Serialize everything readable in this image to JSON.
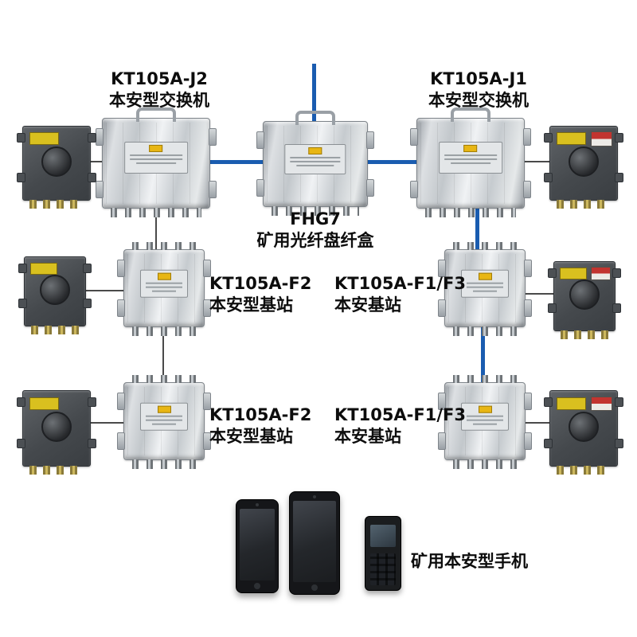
{
  "diagram": {
    "nodes": {
      "switch_left": {
        "label1": "KT105A-J2",
        "label2": "本安型交换机"
      },
      "switch_right": {
        "label1": "KT105A-J1",
        "label2": "本安型交换机"
      },
      "fiber_box": {
        "label1": "FHG7",
        "label2": "矿用光纤盘纤盒"
      },
      "base_mid_left": {
        "label1": "KT105A-F2",
        "label2": "本安型基站"
      },
      "base_mid_right": {
        "label1": "KT105A-F1/F3",
        "label2": "本安基站"
      },
      "base_bottom_left": {
        "label1": "KT105A-F2",
        "label2": "本安型基站"
      },
      "base_bottom_right": {
        "label1": "KT105A-F1/F3",
        "label2": "本安基站"
      },
      "phones": {
        "label": "矿用本安型手机"
      }
    },
    "connections": [
      {
        "from": "fiber-box",
        "to": "uplink-top",
        "type": "fiber"
      },
      {
        "from": "switch-left",
        "to": "fiber-box",
        "type": "fiber"
      },
      {
        "from": "fiber-box",
        "to": "switch-right",
        "type": "fiber"
      },
      {
        "from": "switch-right",
        "to": "base-mid-right",
        "type": "fiber"
      },
      {
        "from": "base-mid-right",
        "to": "base-bottom-right",
        "type": "fiber"
      },
      {
        "from": "jb-top-left",
        "to": "switch-left",
        "type": "cable"
      },
      {
        "from": "switch-right",
        "to": "jb-top-right",
        "type": "cable"
      },
      {
        "from": "switch-left",
        "to": "base-mid-left",
        "type": "cable"
      },
      {
        "from": "base-mid-left",
        "to": "base-bottom-left",
        "type": "cable"
      },
      {
        "from": "jb-mid-left",
        "to": "base-mid-left",
        "type": "cable"
      },
      {
        "from": "base-mid-right",
        "to": "jb-mid-right",
        "type": "cable"
      },
      {
        "from": "jb-bottom-left",
        "to": "base-bottom-left",
        "type": "cable"
      },
      {
        "from": "base-bottom-right",
        "to": "jb-bottom-right",
        "type": "cable"
      }
    ],
    "colors": {
      "fiber_line": "#1a5cb0",
      "cable_line": "#4a4a4a",
      "logo_yellow": "#e8b614"
    }
  }
}
